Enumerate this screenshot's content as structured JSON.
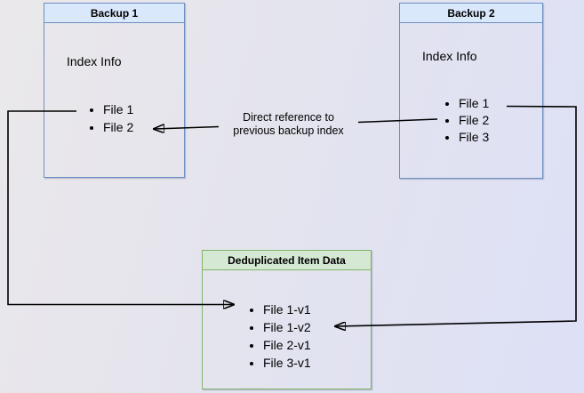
{
  "diagram": {
    "boxes": {
      "backup1": {
        "title": "Backup 1",
        "subtitle": "Index Info",
        "items": [
          "File 1",
          "File 2"
        ]
      },
      "backup2": {
        "title": "Backup 2",
        "subtitle": "Index Info",
        "items": [
          "File 1",
          "File 2",
          "File 3"
        ]
      },
      "dedup": {
        "title": "Deduplicated Item Data",
        "items": [
          "File 1-v1",
          "File 1-v2",
          "File 2-v1",
          "File 3-v1"
        ]
      }
    },
    "edge_labels": {
      "direct_reference": {
        "line1": "Direct reference to",
        "line2": "previous backup index"
      }
    },
    "colors": {
      "blue_header_fill": "#dae8fc",
      "blue_border": "#6c8ebf",
      "green_header_fill": "#d5e8d4",
      "green_border": "#82b366",
      "edge_stroke": "#000000"
    }
  }
}
